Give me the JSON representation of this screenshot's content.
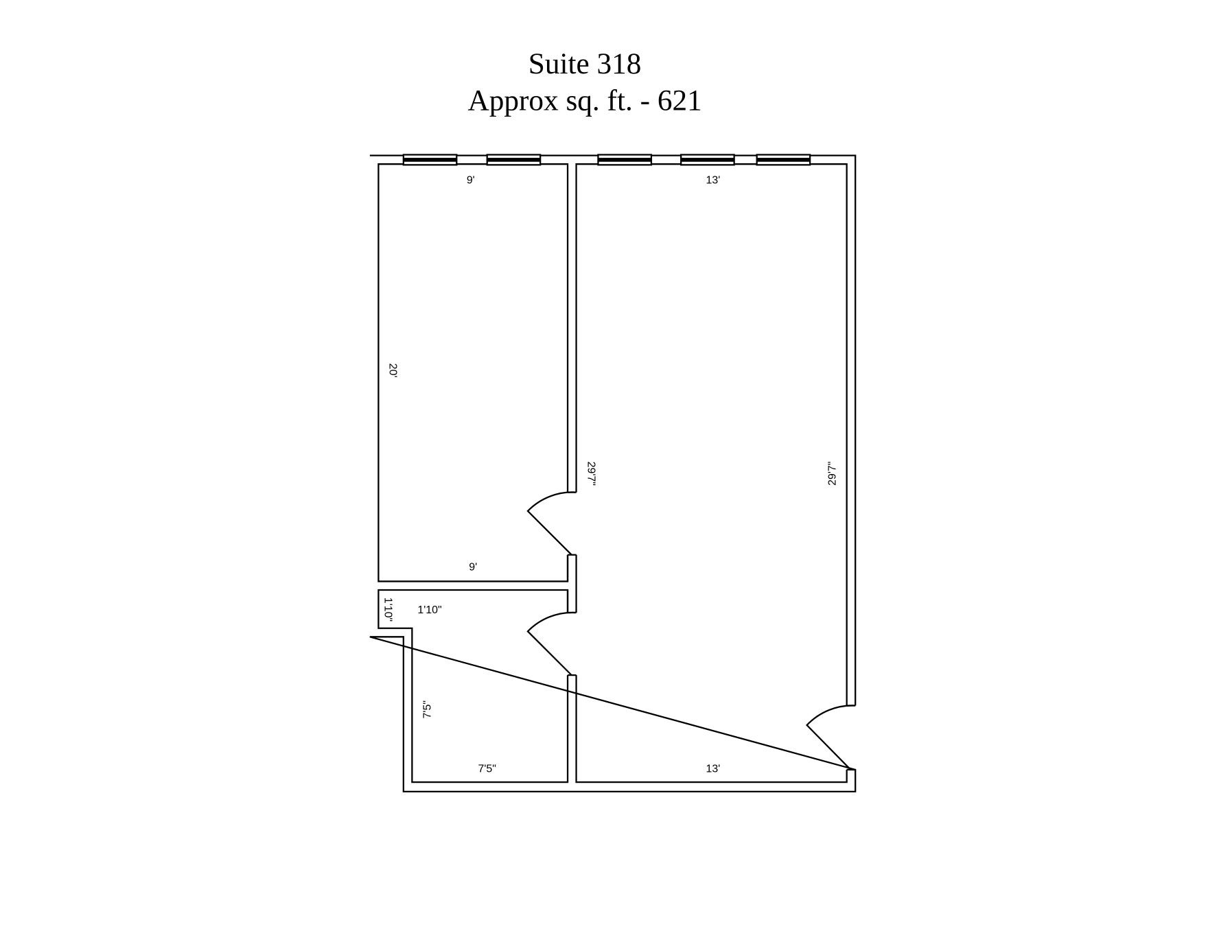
{
  "title": {
    "suite": "Suite 318",
    "area": "Approx sq. ft. - 621"
  },
  "dimensions": {
    "left_room_top": "9'",
    "left_room_bottom": "9'",
    "left_room_side": "20'",
    "right_room_top": "13'",
    "right_room_bottom": "13'",
    "right_room_left": "29'7\"",
    "right_room_right": "29'7\"",
    "small_room_notch_horizontal": "1'10\"",
    "small_room_notch_vertical": "1'10\"",
    "small_room_side": "7'5\"",
    "small_room_bottom": "7'5\""
  },
  "colors": {
    "line": "#000000",
    "background": "#ffffff"
  }
}
